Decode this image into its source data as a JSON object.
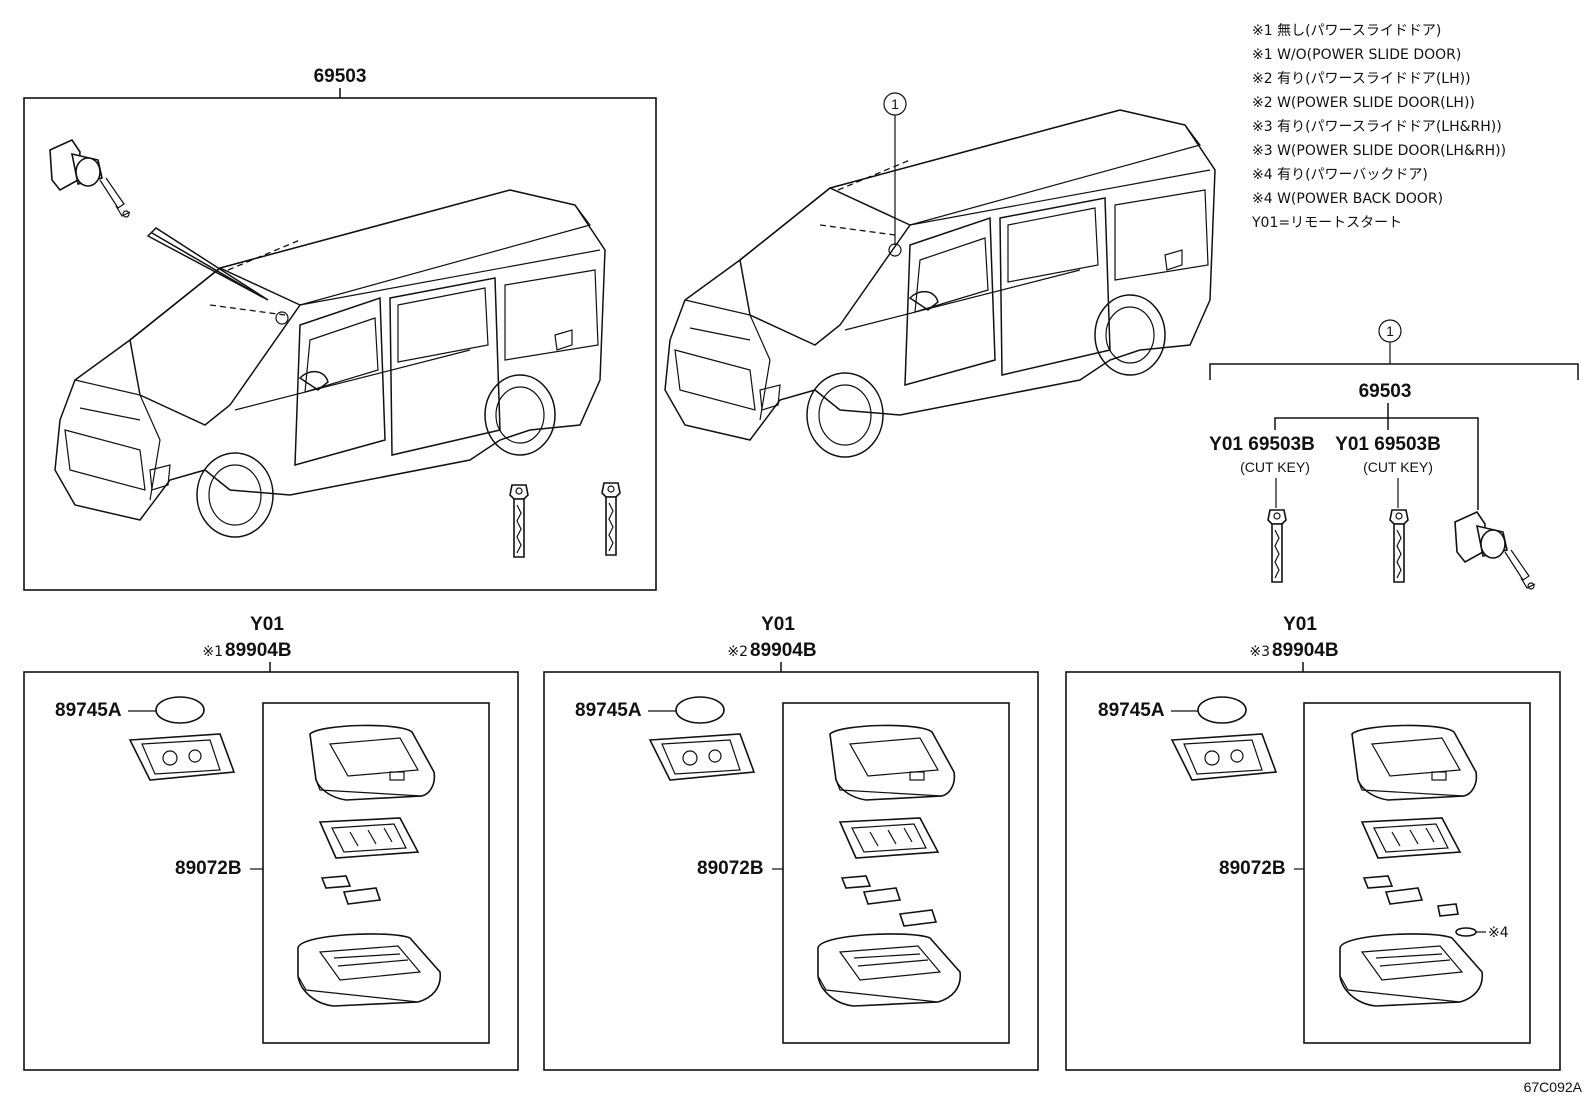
{
  "notes": [
    "※1 無し(パワースライドドア)",
    "※1 W/O(POWER SLIDE DOOR)",
    "※2 有り(パワースライドドア(LH))",
    "※2 W(POWER SLIDE DOOR(LH))",
    "※3 有り(パワースライドドア(LH&RH))",
    "※3 W(POWER SLIDE DOOR(LH&RH))",
    "※4 有り(パワーバックドア)",
    "※4 W(POWER BACK DOOR)",
    "Y01=リモートスタート"
  ],
  "top_left": {
    "part_no": "69503"
  },
  "callouts": {
    "circle_1": "1"
  },
  "right_group": {
    "callout": "1",
    "part_no": "69503",
    "key_a": {
      "code": "Y01 69503B",
      "note": "(CUT KEY)"
    },
    "key_b": {
      "code": "Y01 69503B",
      "note": "(CUT KEY)"
    }
  },
  "remote_groups": [
    {
      "code": "Y01",
      "mark": "※1",
      "part_no": "89904B",
      "battery": "89745A",
      "case": "89072B",
      "extra": ""
    },
    {
      "code": "Y01",
      "mark": "※2",
      "part_no": "89904B",
      "battery": "89745A",
      "case": "89072B",
      "extra": ""
    },
    {
      "code": "Y01",
      "mark": "※3",
      "part_no": "89904B",
      "battery": "89745A",
      "case": "89072B",
      "extra": "※4"
    }
  ],
  "figure_id": "67C092A"
}
